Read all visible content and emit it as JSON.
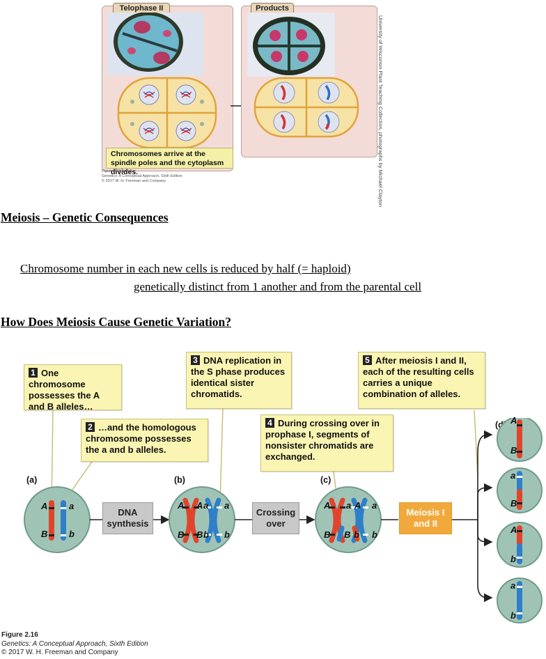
{
  "top_figure": {
    "panel_left_title": "Telophase II",
    "panel_right_title": "Products",
    "caption": "Chromosomes arrive at the spindle poles and the cytoplasm divides.",
    "credit_vertical": "University of Wisconsin Plant Teaching Collection, photographs by Michael Clayton",
    "small_credit_1": "Figure 2.15 part 9",
    "small_credit_2": "Genetics: A Conceptual Approach, Sixth Edition",
    "small_credit_3": "© 2017 W. H. Freeman and Company"
  },
  "text": {
    "heading1": "Meiosis – Genetic Consequences",
    "line1": "Chromosome number in each new cells is reduced by half (= haploid)",
    "line2": "genetically distinct from 1 another and from the parental cell",
    "heading2": "How Does Meiosis Cause Genetic Variation?"
  },
  "bottom_figure": {
    "callouts": [
      {
        "num": "1",
        "text": "One chromosome possesses the A and B alleles…"
      },
      {
        "num": "2",
        "text": "…and the homologous chromosome possesses the a and b alleles."
      },
      {
        "num": "3",
        "text": "DNA replication in the S phase produces identical sister chromatids."
      },
      {
        "num": "4",
        "text": "During crossing over in prophase I, segments of nonsister chromatids are exchanged."
      },
      {
        "num": "5",
        "text": "After meiosis I and II, each of the resulting cells carries a unique combination of alleles."
      }
    ],
    "stages": {
      "dna_synthesis": "DNA synthesis",
      "crossing_over": "Crossing over",
      "meiosis": "Meiosis I and II"
    },
    "panel_labels": {
      "a": "(a)",
      "b": "(b)",
      "c": "(c)",
      "d": "(d)"
    },
    "allele_labels": {
      "A": "A",
      "B": "B",
      "a": "a",
      "b": "b"
    },
    "caption": {
      "figure": "Figure 2.16",
      "book": "Genetics: A Conceptual Approach, Sixth Edition",
      "copyright": "© 2017 W. H. Freeman and Company"
    },
    "colors": {
      "red": "#e0452c",
      "blue": "#2f7fc8",
      "cell": "#9fc4b6",
      "arrow": "#222222"
    }
  }
}
